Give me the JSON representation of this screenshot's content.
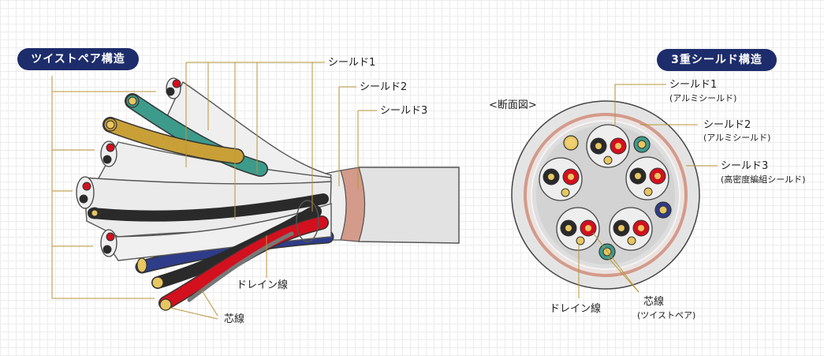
{
  "left_title": "ツイストペア構造",
  "right_title": "3重シールド構造",
  "cross_section_caption": "<断面図>",
  "left_labels": {
    "shield1": "シールド1",
    "shield2": "シールド2",
    "shield3": "シールド3",
    "drain": "ドレイン線",
    "core": "芯線"
  },
  "right_labels": {
    "shield1": "シールド1",
    "shield1_sub": "(アルミシールド)",
    "shield2": "シールド2",
    "shield2_sub": "(アルミシールド)",
    "shield3": "シールド3",
    "shield3_sub": "(高密度編組シールド)",
    "drain": "ドレイン線",
    "core": "芯線",
    "core_sub": "(ツイストペア)"
  },
  "colors": {
    "navy_badge": "#1d2c6b",
    "leader_line": "#b8963a",
    "wire_red": "#d2101e",
    "wire_black": "#2a2a2a",
    "wire_teal": "#3d9b8c",
    "wire_gold": "#c9a037",
    "wire_blue": "#2e3c8a",
    "shield3_copper": "#d49a8a"
  }
}
